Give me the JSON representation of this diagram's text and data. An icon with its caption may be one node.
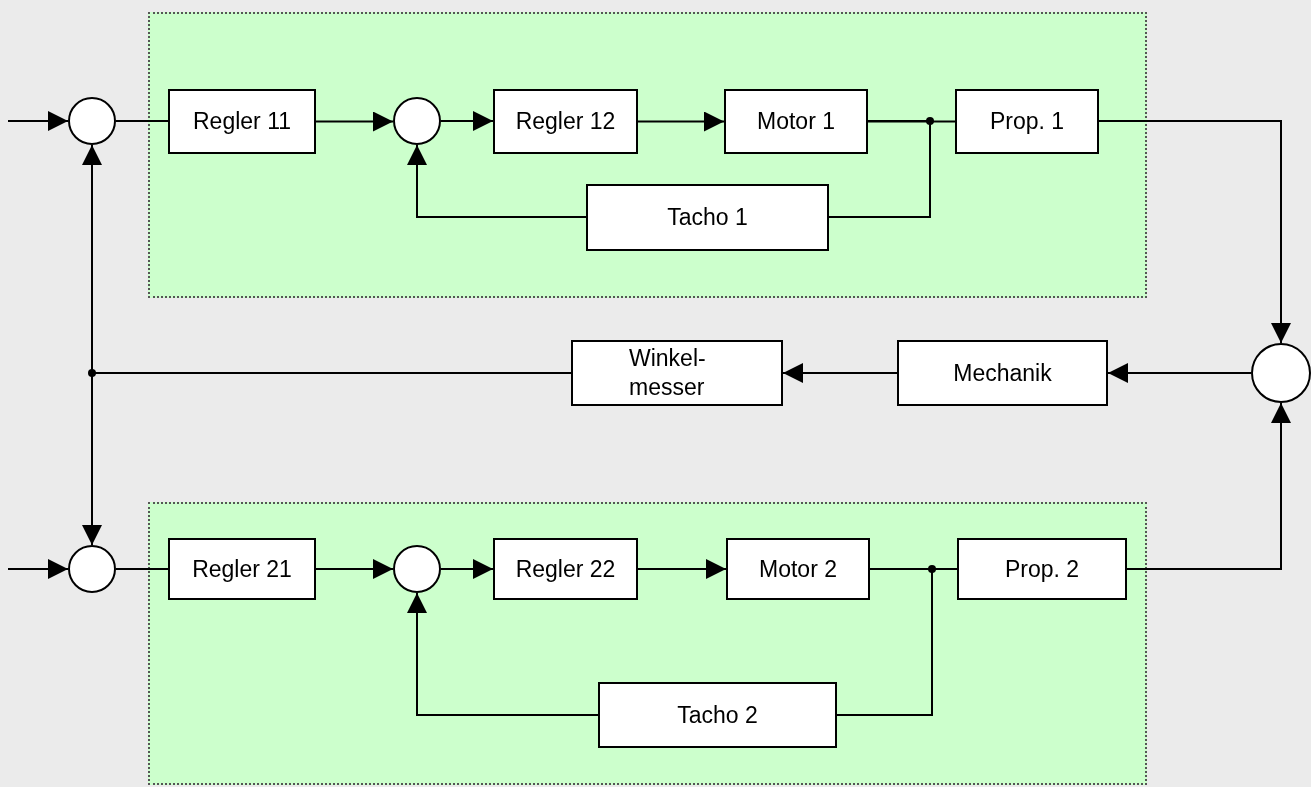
{
  "diagram": {
    "nodes": [
      {
        "text": [],
        "shape": "box"
      },
      {
        "text": [],
        "shape": "circle"
      },
      {
        "text": [
          "Regler 11"
        ],
        "in": 0
      },
      {
        "text": [],
        "shape": "circle",
        "in": 0
      },
      {
        "text": [
          "Regler 12"
        ],
        "in": 0
      },
      {
        "text": [
          "Motor 1"
        ],
        "in": 0
      },
      {
        "text": [
          "Prop. 1"
        ],
        "in": 0
      },
      {
        "text": [
          "Tacho 1"
        ],
        "in": 0
      },
      {
        "text": [],
        "shape": "box"
      },
      {
        "text": [],
        "shape": "circle"
      },
      {
        "text": [
          "Regler 21"
        ],
        "in": 8
      },
      {
        "text": [],
        "shape": "circle",
        "in": 8
      },
      {
        "text": [
          "Regler 22"
        ],
        "in": 8
      },
      {
        "text": [
          "Motor 2"
        ],
        "in": 8
      },
      {
        "text": [
          "Prop. 2"
        ],
        "in": 8
      },
      {
        "text": [
          "Tacho 2"
        ],
        "in": 8
      },
      {
        "text": [],
        "shape": "circle"
      },
      {
        "text": [
          "Mechanik"
        ]
      },
      {
        "text": [
          "Winkel- messer"
        ]
      }
    ],
    "edges": [
      {
        "from": null,
        "to": 1,
        "arrow": "to"
      },
      {
        "from": 1,
        "to": 2,
        "arrow": "none"
      },
      {
        "from": 2,
        "to": 3,
        "arrow": "to"
      },
      {
        "from": 3,
        "to": 4,
        "arrow": "to"
      },
      {
        "from": 4,
        "to": 5,
        "arrow": "to"
      },
      {
        "from": 5,
        "to": 6,
        "arrow": "none"
      },
      {
        "from": 5,
        "to": 7,
        "arrow": "none"
      },
      {
        "from": 7,
        "to": 3,
        "arrow": "to"
      },
      {
        "from": 6,
        "to": 16,
        "arrow": "to"
      },
      {
        "from": 16,
        "to": 17,
        "arrow": "to"
      },
      {
        "from": 17,
        "to": 18,
        "arrow": "to"
      },
      {
        "from": 18,
        "to": 1,
        "arrow": "to"
      },
      {
        "from": 18,
        "to": 9,
        "arrow": "to"
      },
      {
        "from": null,
        "to": 9,
        "arrow": "to"
      },
      {
        "from": 9,
        "to": 10,
        "arrow": "none"
      },
      {
        "from": 10,
        "to": 11,
        "arrow": "to"
      },
      {
        "from": 11,
        "to": 12,
        "arrow": "to"
      },
      {
        "from": 12,
        "to": 13,
        "arrow": "to"
      },
      {
        "from": 13,
        "to": 14,
        "arrow": "none"
      },
      {
        "from": 13,
        "to": 15,
        "arrow": "none"
      },
      {
        "from": 15,
        "to": 11,
        "arrow": "to"
      },
      {
        "from": 14,
        "to": 16,
        "arrow": "to"
      }
    ]
  }
}
